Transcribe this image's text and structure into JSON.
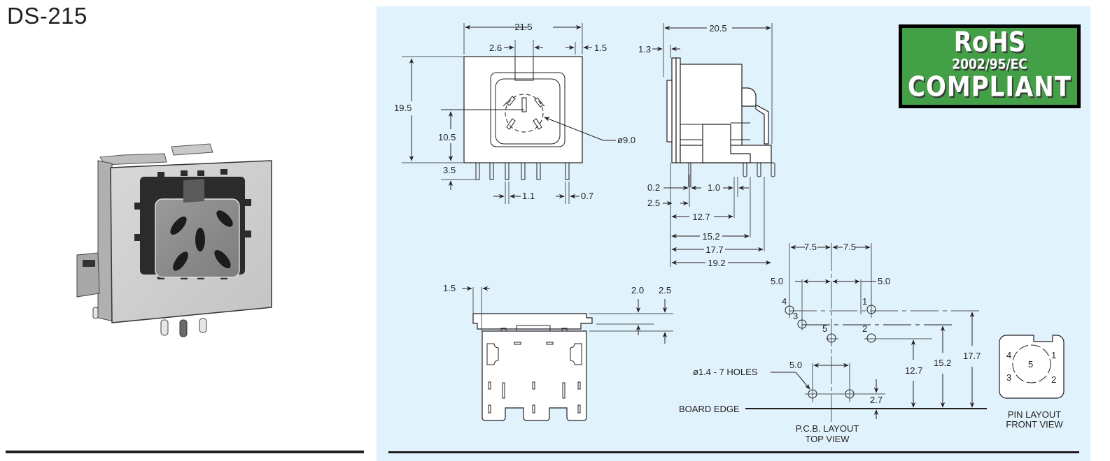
{
  "title": "DS-215",
  "rohs": {
    "line1": "RoHS",
    "line2": "2002/95/EC",
    "line3": "COMPLIANT",
    "bg_color": "#43a047",
    "border_color": "#000000"
  },
  "colors": {
    "panel_bg": "#e0f2fc",
    "ink": "#231f20"
  },
  "front_view": {
    "width": "21.5",
    "key_width": "2.6",
    "edge_offset": "1.5",
    "height": "19.5",
    "center_height": "10.5",
    "pin_length": "3.5",
    "pin_spacing": "1.1",
    "pin_width": "0.7",
    "circle_diameter": "ø9.0"
  },
  "side_view": {
    "depth": "20.5",
    "flange": "1.3",
    "d_0_2": "0.2",
    "d_1_0": "1.0",
    "d_2_5": "2.5",
    "d_12_7": "12.7",
    "d_15_2": "15.2",
    "d_17_7": "17.7",
    "d_19_2": "19.2"
  },
  "bottom_view": {
    "edge": "1.5",
    "d_2_0": "2.0",
    "d_2_5": "2.5"
  },
  "pcb_layout": {
    "spacing_left": "7.5",
    "spacing_right": "7.5",
    "offset_left": "5.0",
    "offset_right": "5.0",
    "bottom_spacing": "5.0",
    "holes_label": "ø1.4 - 7 HOLES",
    "board_edge_label": "BOARD EDGE",
    "d_2_7": "2.7",
    "d_12_7": "12.7",
    "d_15_2": "15.2",
    "d_17_7": "17.7",
    "pins": [
      "1",
      "2",
      "3",
      "4",
      "5"
    ],
    "caption_line1": "P.C.B. LAYOUT",
    "caption_line2": "TOP VIEW"
  },
  "pin_layout": {
    "pins": [
      "1",
      "2",
      "3",
      "4",
      "5"
    ],
    "caption_line1": "PIN LAYOUT",
    "caption_line2": "FRONT VIEW"
  },
  "product_photo": {
    "alt": "DS-215 mini DIN connector photo"
  }
}
